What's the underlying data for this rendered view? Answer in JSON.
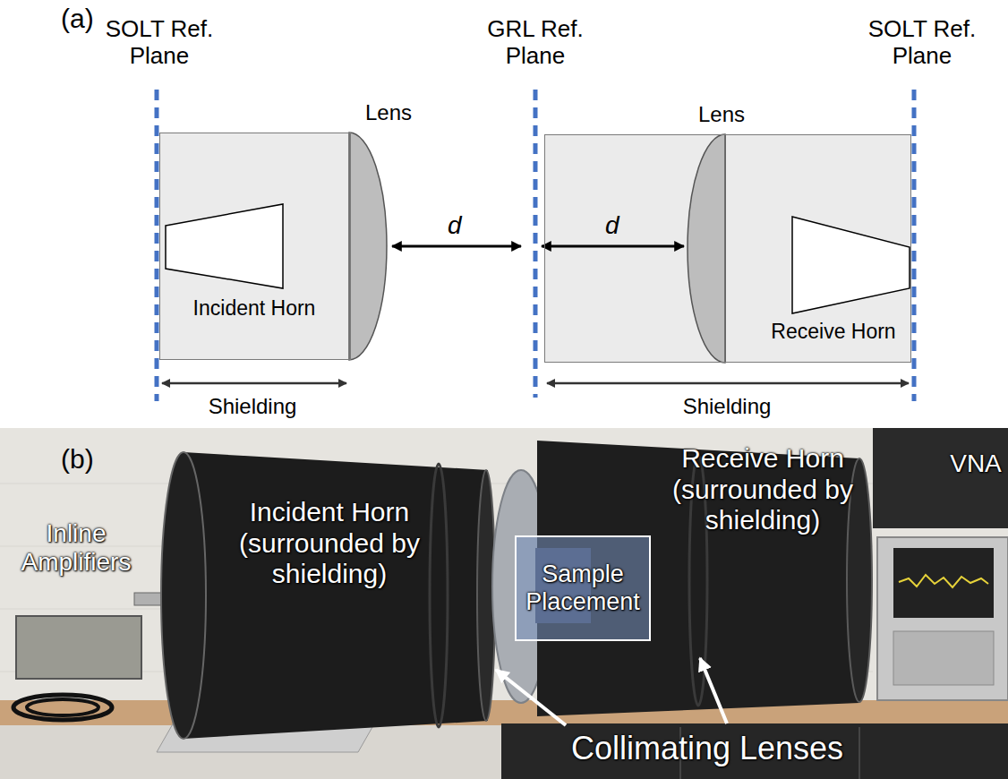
{
  "diagram": {
    "nodes": [
      {
        "text": [
          "Incident Horn"
        ]
      },
      {
        "text": [
          "Receive Horn"
        ]
      },
      {
        "text": [
          "Sample Placement"
        ]
      }
    ],
    "labels": [
      "(a)",
      "SOLT Ref. Plane",
      "GRL Ref. Plane",
      "SOLT Ref. Plane",
      "Lens",
      "Lens",
      "d",
      "d",
      "Shielding",
      "Shielding",
      "(b)",
      "Inline Amplifiers",
      "Incident Horn (surrounded by shielding)",
      "Receive Horn (surrounded by shielding)",
      "VNA",
      "Collimating Lenses"
    ]
  }
}
